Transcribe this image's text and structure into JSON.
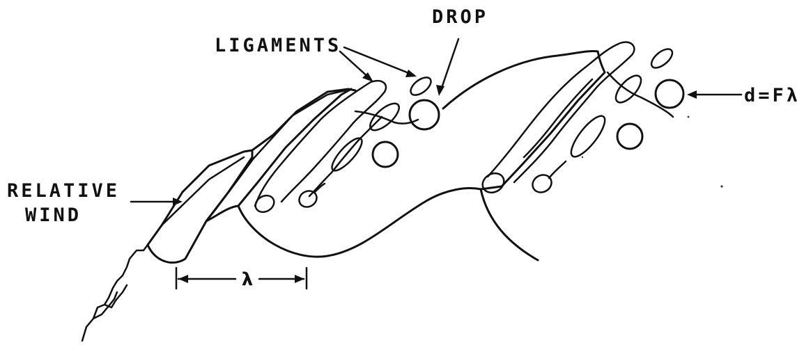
{
  "labels": {
    "ligaments": "LIGAMENTS",
    "drop": "DROP",
    "relative_wind_line1": "RELATIVE",
    "relative_wind_line2": "WIND",
    "drop_diameter": "d=Fλ",
    "wavelength": "λ"
  },
  "colors": {
    "ink": "#111111",
    "background": "#ffffff"
  }
}
